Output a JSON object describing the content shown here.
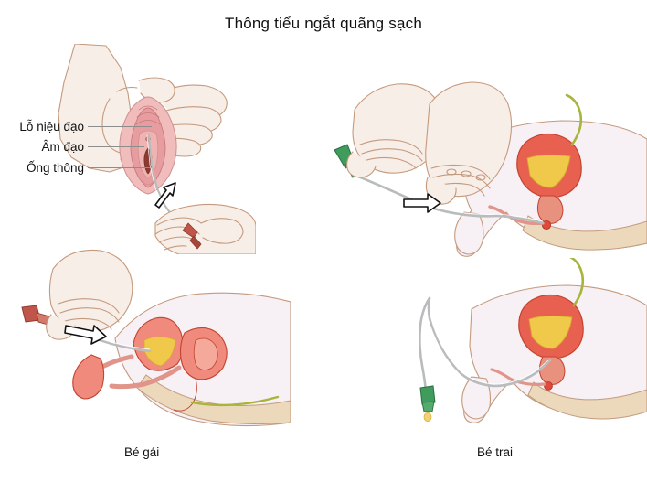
{
  "page": {
    "title": "Thông tiểu ngắt quãng sạch",
    "background": "#ffffff"
  },
  "labels": [
    {
      "id": "urethral-opening",
      "text": "Lỗ niệu đạo"
    },
    {
      "id": "vagina",
      "text": "Âm đạo"
    },
    {
      "id": "catheter",
      "text": "Ống thông"
    }
  ],
  "captions": {
    "girl": "Bé gái",
    "boy": "Bé trai"
  },
  "panels": [
    {
      "id": "girl-external-view",
      "position": "top-left",
      "description": "Hai bàn tay banh môi lớn, đưa ống thông vào lỗ niệu đạo",
      "arrow": "hollow-arrow-up-right"
    },
    {
      "id": "boy-insertion-view",
      "position": "top-right",
      "description": "Hai bàn tay cầm dương vật và đẩy ống thông vào niệu đạo, bàng quang căng nước tiểu",
      "arrow": "hollow-arrow-right"
    },
    {
      "id": "girl-sagittal-view",
      "position": "bottom-left",
      "description": "Mặt cắt dọc vùng chậu bé gái, ống thông đi vào bàng quang",
      "arrow": "hollow-arrow-right"
    },
    {
      "id": "boy-drainage-view",
      "position": "bottom-right",
      "description": "Mặt cắt dọc vùng chậu bé trai, ống thông dẫn lưu nước tiểu ra ngoài",
      "arrow": null
    }
  ],
  "colors": {
    "skin_fill": "#f8eee8",
    "skin_outline": "#c49a7e",
    "body_fill": "#f7f0f5",
    "buttock_fill": "#ecd8bb",
    "bladder_wall": "#e8604f",
    "urine_fill": "#f0c84a",
    "mucosa_pink": "#efa9a6",
    "labia_pink": "#e8a0a4",
    "vagina_dark": "#8c3b33",
    "catheter_gray": "#b9bcbd",
    "connector_green": "#3f9c5c",
    "connector_red": "#c0564a",
    "vas_olive": "#a8b43a",
    "leader_line": "#8d8d8d",
    "text": "#111111"
  }
}
